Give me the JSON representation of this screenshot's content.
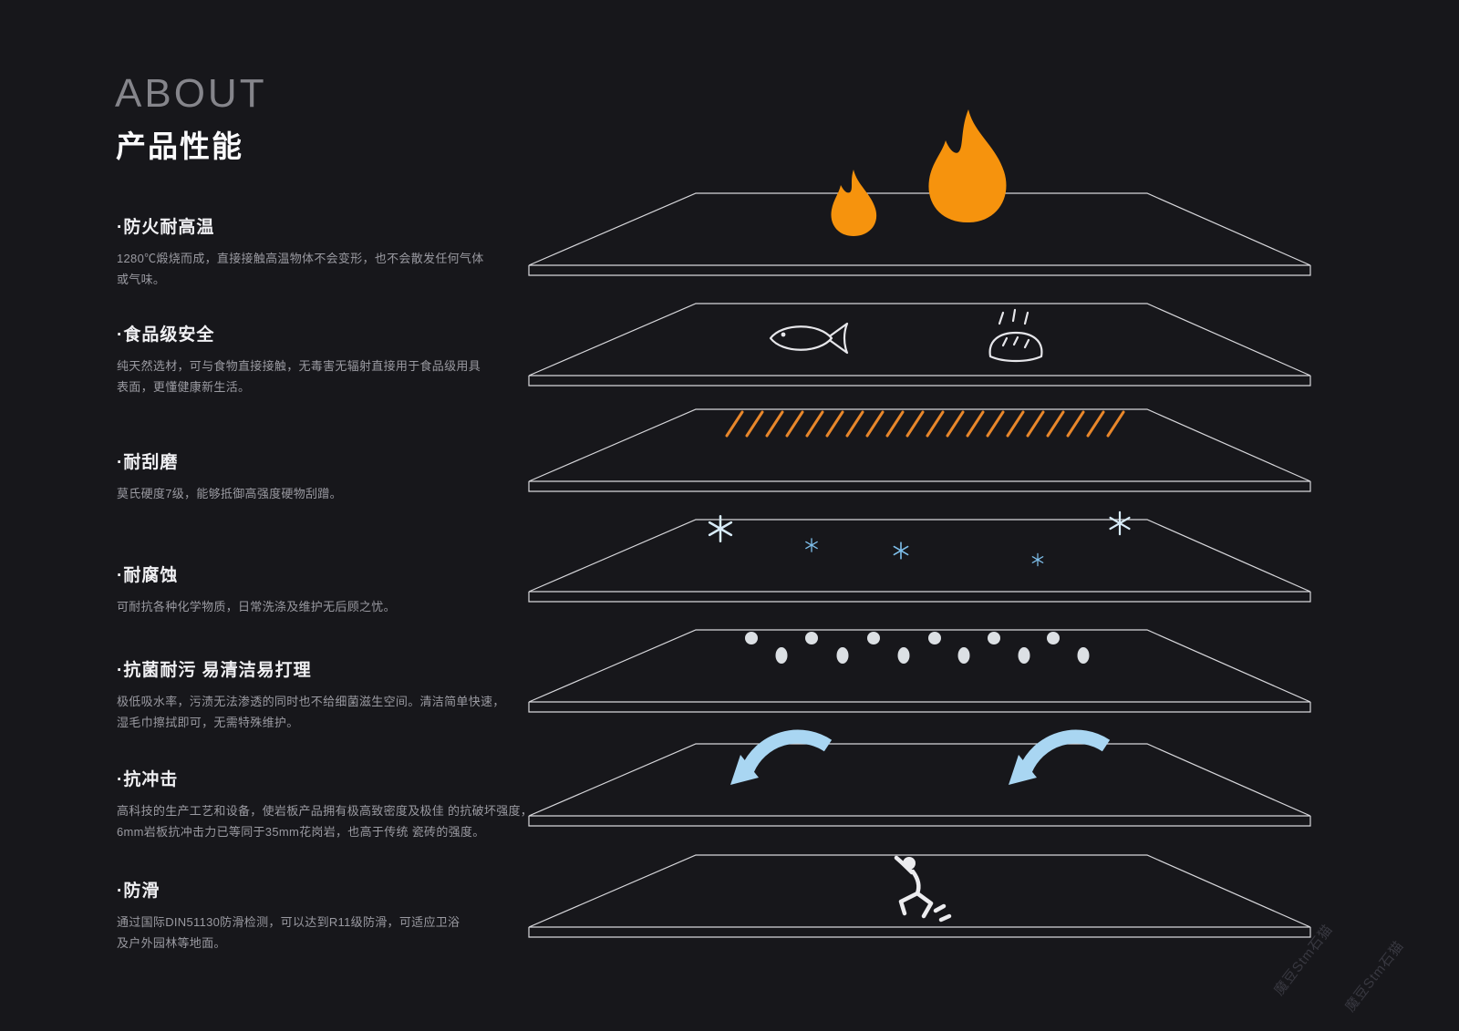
{
  "header": {
    "eyebrow": "ABOUT",
    "title": "产品性能"
  },
  "features": [
    {
      "title": "·防火耐高温",
      "desc": "1280℃煅烧而成，直接接触高温物体不会变形，也不会散发任何气体\n或气味。"
    },
    {
      "title": "·食品级安全",
      "desc": "纯天然选材，可与食物直接接触，无毒害无辐射直接用于食品级用具\n表面，更懂健康新生活。"
    },
    {
      "title": "·耐刮磨",
      "desc": "莫氏硬度7级，能够抵御高强度硬物刮蹭。"
    },
    {
      "title": "·耐腐蚀",
      "desc": "可耐抗各种化学物质，日常洗涤及维护无后顾之忧。"
    },
    {
      "title": "·抗菌耐污 易清洁易打理",
      "desc": "极低吸水率，污渍无法渗透的同时也不给细菌滋生空间。清洁简单快速，\n湿毛巾擦拭即可，无需特殊维护。"
    },
    {
      "title": "·抗冲击",
      "desc": "高科技的生产工艺和设备，使岩板产品拥有极高致密度及极佳 的抗破坏强度，\n6mm岩板抗冲击力已等同于35mm花岗岩，也高于传统 瓷砖的强度。"
    },
    {
      "title": "·防滑",
      "desc": "通过国际DIN51130防滑检测，可以达到R11级防滑，可适应卫浴\n及户外园林等地面。"
    }
  ],
  "diagram": {
    "layers": [
      {
        "name": "fireproof-high-temp",
        "icons": [
          "flame-icon"
        ]
      },
      {
        "name": "food-grade-safe",
        "icons": [
          "fish-icon",
          "bread-icon"
        ]
      },
      {
        "name": "scratch-resistant",
        "icons": [
          "scratch-lines-icon"
        ]
      },
      {
        "name": "corrosion-resistant",
        "icons": [
          "snowflake-icon"
        ]
      },
      {
        "name": "antibacterial-stain-resistant",
        "icons": [
          "droplet-icon"
        ]
      },
      {
        "name": "impact-resistant",
        "icons": [
          "impact-arrow-icon"
        ]
      },
      {
        "name": "anti-slip",
        "icons": [
          "slip-person-icon"
        ]
      }
    ]
  },
  "watermark": {
    "text": "魔豆Stm石猫"
  },
  "colors": {
    "background": "#17171b",
    "flame_orange": "#f6930d",
    "scratch_orange": "#e8872b",
    "snow_blue": "#7fc0ec",
    "arrow_blue": "#a9d6f2",
    "slab_line": "#d7d7db",
    "text_primary": "#f0f0f3",
    "text_secondary": "#9a9aa1"
  }
}
